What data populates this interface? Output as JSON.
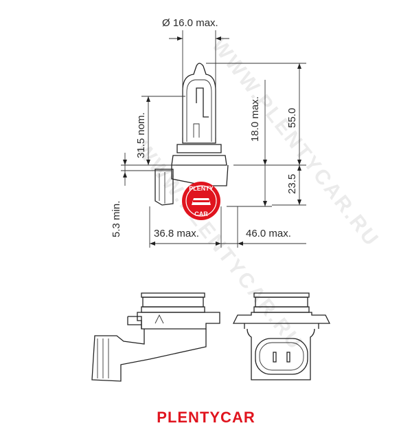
{
  "dimensions": {
    "diameter_max": "Ø 16.0 max.",
    "nominal_31_5": "31.5 nom.",
    "max_18_0": "18.0 max.",
    "length_55_0": "55.0",
    "length_23_5": "23.5",
    "min_5_3": "5.3 min.",
    "max_36_8": "36.8 max.",
    "max_46_0": "46.0 max."
  },
  "logo": {
    "top_text": "PLENTY",
    "bottom_text": "CAR"
  },
  "watermark": "WWW.PLENTYCAR.RU",
  "footer": {
    "brand": "PLENTYCAR"
  },
  "colors": {
    "brand_red": "#e0141e",
    "line": "#222222"
  }
}
